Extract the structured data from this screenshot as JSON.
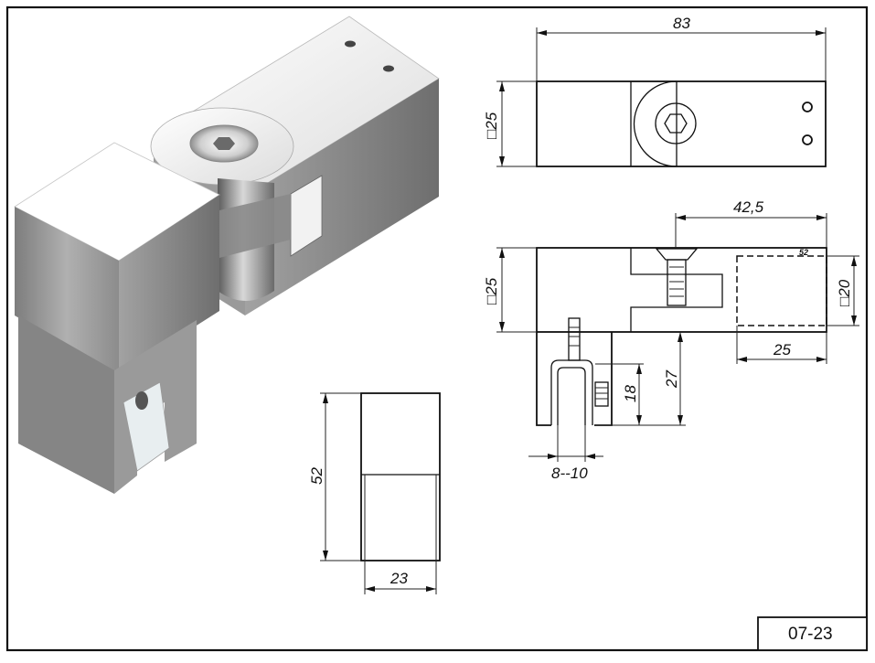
{
  "drawing": {
    "code": "07-23",
    "top_view": {
      "length": "83",
      "width": "□25"
    },
    "front_view": {
      "offset": "42,5",
      "height": "□25",
      "tube": "□20",
      "tube_length": "25",
      "glass_slot": "18",
      "drop": "27",
      "glass_thickness": "8--10",
      "small_mark": "52"
    },
    "side_view": {
      "height": "52",
      "width": "23"
    }
  },
  "colors": {
    "line": "#111111",
    "metal_light": "#eaeaea",
    "metal_dark": "#8a8a8a"
  }
}
